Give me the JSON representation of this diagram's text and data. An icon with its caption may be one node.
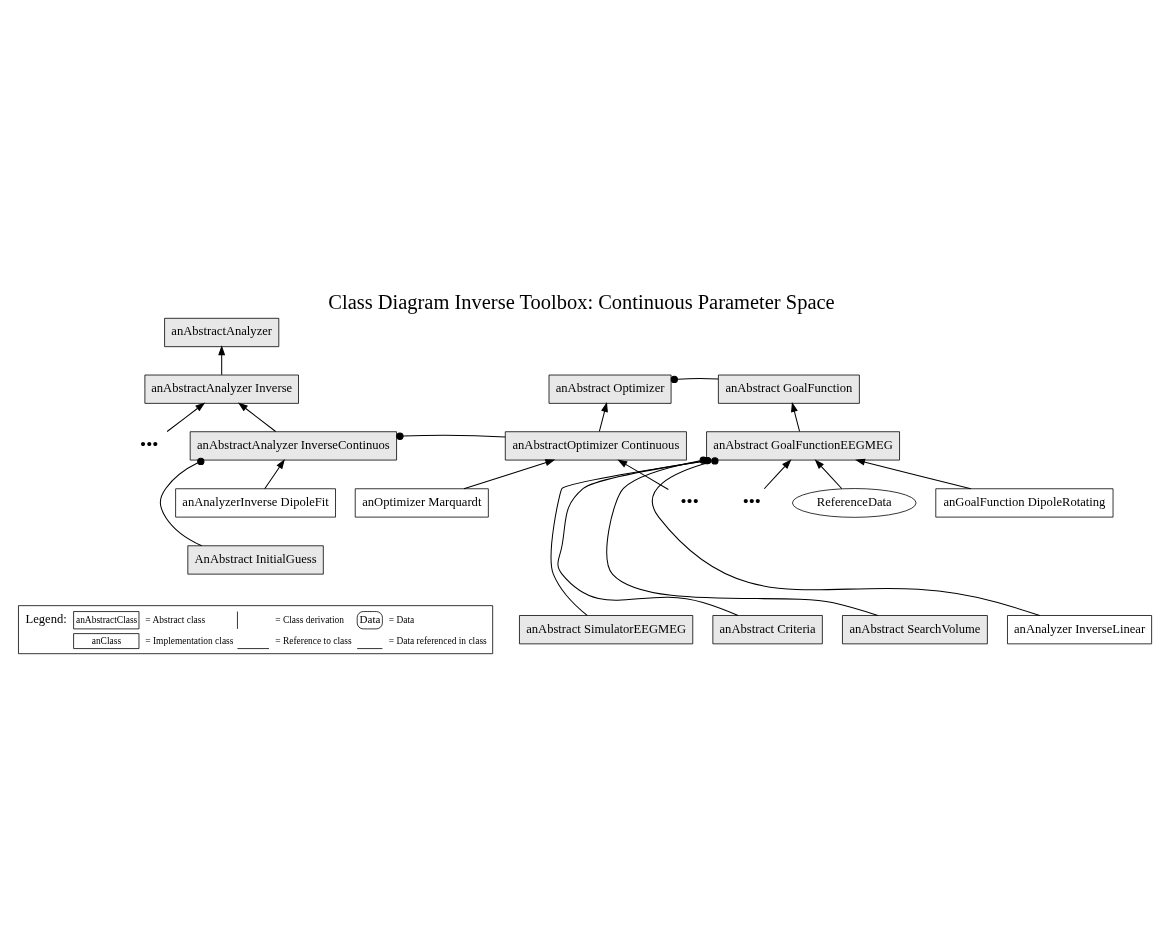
{
  "diagram": {
    "title": "Class Diagram Inverse Toolbox: Continuous Parameter Space",
    "nodes": [
      {
        "text": [
          "anAbstractAnalyzer"
        ]
      },
      {
        "text": [
          "anAbstractAnalyzer Inverse"
        ]
      },
      {
        "text": [
          "•••"
        ]
      },
      {
        "text": [
          "anAbstractAnalyzer InverseContinuos"
        ]
      },
      {
        "text": [
          "anAbstract Optimizer"
        ]
      },
      {
        "text": [
          "anAbstract GoalFunction"
        ]
      },
      {
        "text": [
          "ReferenceData"
        ]
      },
      {
        "text": [
          "anAbstractOptimizer Continuous"
        ]
      },
      {
        "text": [
          "anAbstract GoalFunctionEEGMEG"
        ]
      },
      {
        "text": [
          "anAbstract SimulatorEEGMEG"
        ]
      },
      {
        "text": [
          "anAbstract Criteria"
        ]
      },
      {
        "text": [
          "anAnalyzerInverse DipoleFit"
        ]
      },
      {
        "text": [
          "anOptimizer Marquardt"
        ]
      },
      {
        "text": [
          "•••"
        ]
      },
      {
        "text": [
          "anGoalFunction DipoleRotating"
        ]
      },
      {
        "text": [
          "•••"
        ]
      },
      {
        "text": [
          "anAbstract SearchVolume"
        ]
      },
      {
        "text": [
          "anAnalyzer InverseLinear"
        ]
      },
      {
        "text": [
          "AnAbstract InitialGuess"
        ]
      }
    ],
    "edges": [
      {
        "from": 1,
        "to": 0,
        "arrow": "to"
      },
      {
        "from": 2,
        "to": 1,
        "arrow": "to"
      },
      {
        "from": 3,
        "to": 1,
        "arrow": "to"
      },
      {
        "from": 3,
        "to": 18,
        "arrow": "other"
      },
      {
        "from": 3,
        "to": 7,
        "arrow": "other"
      },
      {
        "from": 7,
        "to": 4,
        "arrow": "to"
      },
      {
        "from": 4,
        "to": 5,
        "arrow": "other"
      },
      {
        "from": 8,
        "to": 5,
        "arrow": "to"
      },
      {
        "from": 6,
        "to": 8,
        "arrow": "to"
      },
      {
        "from": 11,
        "to": 3,
        "arrow": "to"
      },
      {
        "from": 12,
        "to": 7,
        "arrow": "to"
      },
      {
        "from": 13,
        "to": 7,
        "arrow": "to"
      },
      {
        "from": 14,
        "to": 8,
        "arrow": "to"
      },
      {
        "from": 15,
        "to": 8,
        "arrow": "to"
      },
      {
        "from": 8,
        "to": 9,
        "arrow": "other"
      },
      {
        "from": 8,
        "to": 10,
        "arrow": "other"
      },
      {
        "from": 8,
        "to": 16,
        "arrow": "other"
      },
      {
        "from": 8,
        "to": 17,
        "arrow": "other"
      }
    ],
    "labels": [
      "Legend:",
      "anAbstractClass",
      "Data",
      "anClass"
    ],
    "legend": [
      {
        "text": "= Abstract class"
      },
      {
        "text": "= Class derivation"
      },
      {
        "text": "= Data"
      },
      {
        "text": "= Implementation class"
      },
      {
        "text": "= Reference to class"
      },
      {
        "text": "= Data referenced in class"
      }
    ]
  }
}
